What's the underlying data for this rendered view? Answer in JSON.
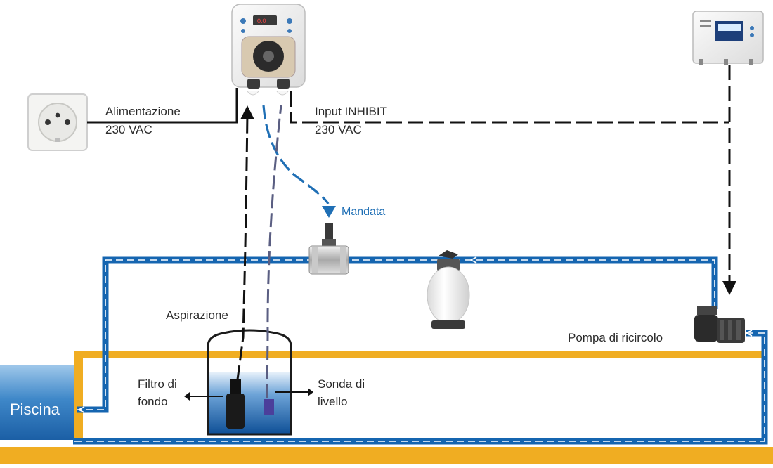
{
  "labels": {
    "power_line1": "Alimentazione",
    "power_line2": "230 VAC",
    "inhibit_line1": "Input INHIBIT",
    "inhibit_line2": "230 VAC",
    "delivery": "Mandata",
    "suction": "Aspirazione",
    "recirc_pump": "Pompa di ricircolo",
    "foot_filter_line1": "Filtro di",
    "foot_filter_line2": "fondo",
    "level_probe_line1": "Sonda di",
    "level_probe_line2": "livello",
    "pool": "Piscina"
  },
  "colors": {
    "pipe_blue": "#1565b0",
    "delivery_blue": "#1f6fb5",
    "pool_gold": "#f0ad22",
    "signal_black": "#111111",
    "probe_cable": "#5a5e82",
    "text_dark": "#2b2b2b",
    "pool_water": "#1f6fb5",
    "pool_text": "#ffffff"
  }
}
